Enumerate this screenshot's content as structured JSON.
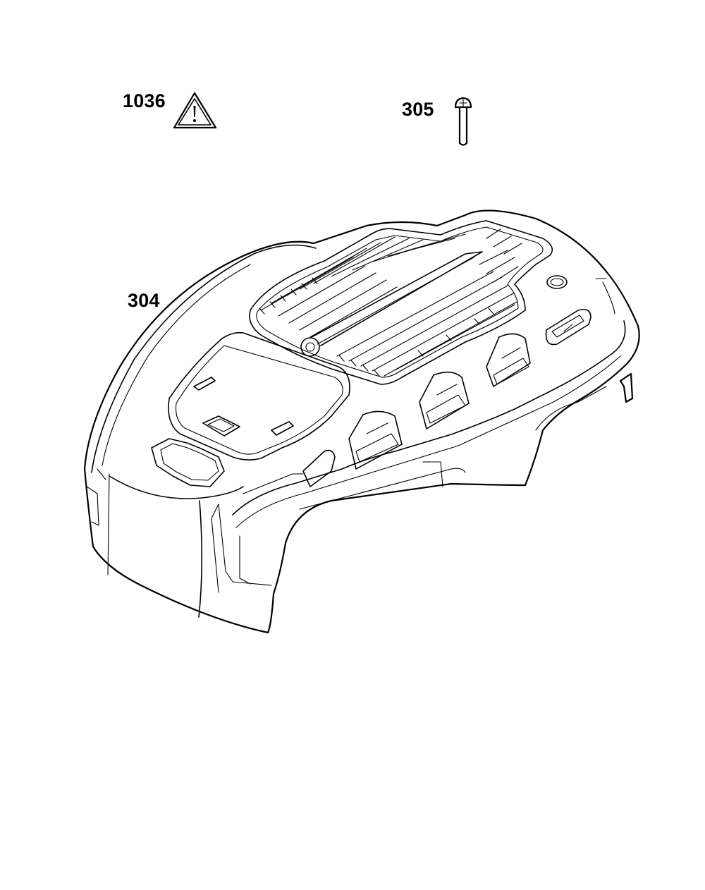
{
  "callouts": {
    "warning_label": "1036",
    "screw": "305",
    "cover": "304"
  },
  "icons": {
    "warning": "warning-triangle-icon",
    "screw": "screw-icon"
  },
  "colors": {
    "ink": "#000000",
    "paper": "#ffffff"
  }
}
